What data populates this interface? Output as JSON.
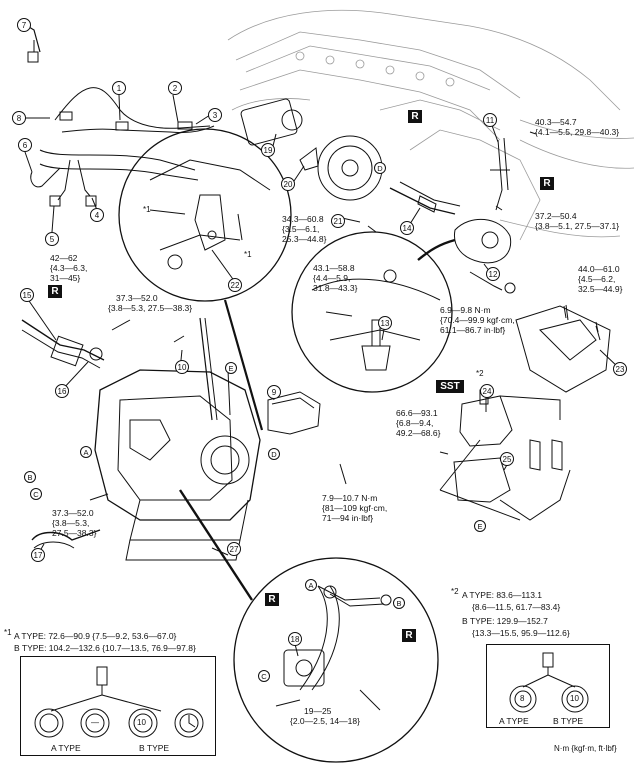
{
  "callouts": [
    "1",
    "2",
    "3",
    "4",
    "5",
    "6",
    "7",
    "8",
    "9",
    "10",
    "11",
    "12",
    "13",
    "14",
    "15",
    "16",
    "17",
    "18",
    "19",
    "20",
    "21",
    "22",
    "23",
    "24",
    "25",
    "27"
  ],
  "badges": {
    "r": "R",
    "sst": "SST"
  },
  "letters": {
    "a": "A",
    "b": "B",
    "c": "C",
    "d": "D",
    "e": "E"
  },
  "torque": {
    "t1": [
      "42—62",
      "{4.3—6.3,",
      "31—45}"
    ],
    "t2": [
      "37.3—52.0",
      "{3.8—5.3, 27.5—38.3}"
    ],
    "t3": [
      "34.3—60.8",
      "{3.5—6.1,",
      "25.3—44.8}"
    ],
    "t4": [
      "40.3—54.7",
      "{4.1—5.5, 29.8—40.3}"
    ],
    "t5": [
      "37.2—50.4",
      "{3.8—5.1, 27.5—37.1}"
    ],
    "t6": [
      "43.1—58.8",
      "{4.4—5.9,",
      "31.8—43.3}"
    ],
    "t7": [
      "44.0—61.0",
      "{4.5—6.2,",
      "32.5—44.9}"
    ],
    "t8": [
      "6.9—9.8 N·m",
      "{70.4—99.9 kgf·cm,",
      "61.1—86.7 in·lbf}"
    ],
    "t9": [
      "66.6—93.1",
      "{6.8—9.4,",
      "49.2—68.6}"
    ],
    "t10": [
      "7.9—10.7 N·m",
      "{81—109 kgf·cm,",
      "71—94 in·lbf}"
    ],
    "t11": [
      "37.3—52.0",
      "{3.8—5.3,",
      "27.5—38.3}"
    ],
    "t12": [
      "19—25",
      "{2.0—2.5, 14—18}"
    ]
  },
  "note1": {
    "marker": "*1",
    "a_line": "A TYPE: 72.6—90.9 {7.5—9.2, 53.6—67.0}",
    "b_line": "B TYPE: 104.2—132.6 {10.7—13.5, 76.9—97.8}",
    "a_label": "A TYPE",
    "b_label": "B TYPE",
    "bolt_marks": [
      "—",
      "10"
    ]
  },
  "note2": {
    "marker": "*2",
    "a_line1": "A TYPE: 83.6—113.1",
    "a_line2": "{8.6—11.5, 61.7—83.4}",
    "b_line1": "B TYPE: 129.9—152.7",
    "b_line2": "{13.3—15.5, 95.9—112.6}",
    "a_label": "A TYPE",
    "b_label": "B TYPE",
    "bolt_marks": [
      "8",
      "10"
    ]
  },
  "small_marks": {
    "s1": "*1",
    "s2": "*1",
    "s3": "*2"
  },
  "units": "N·m {kgf·m, ft·lbf}",
  "colors": {
    "ink": "#111111",
    "light": "#9a9a9a",
    "badge": "#111111"
  }
}
